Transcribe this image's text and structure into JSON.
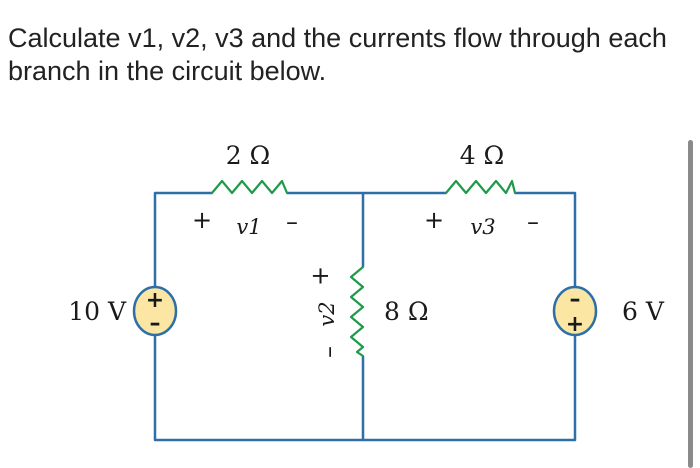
{
  "question": {
    "text": "Calculate v1, v2, v3 and the currents flow through each branch in the circuit below."
  },
  "circuit": {
    "r1": {
      "value": "2 Ω",
      "voltage": "v1",
      "plus": "+",
      "minus": "–"
    },
    "r2": {
      "value": "8 Ω",
      "voltage": "v2",
      "plus": "+",
      "minus": "–"
    },
    "r3": {
      "value": "4 Ω",
      "voltage": "v3",
      "plus": "+",
      "minus": "–"
    },
    "source_left": {
      "value": "10 V",
      "top_sign": "+",
      "bottom_sign": "–"
    },
    "source_right": {
      "value": "6 V",
      "top_sign": "–",
      "bottom_sign": "+"
    },
    "colors": {
      "wire": "#2e6fa7",
      "resistor": "#1e9a4a",
      "source_fill": "#fbe6a4",
      "text": "#1a1a1a"
    }
  }
}
